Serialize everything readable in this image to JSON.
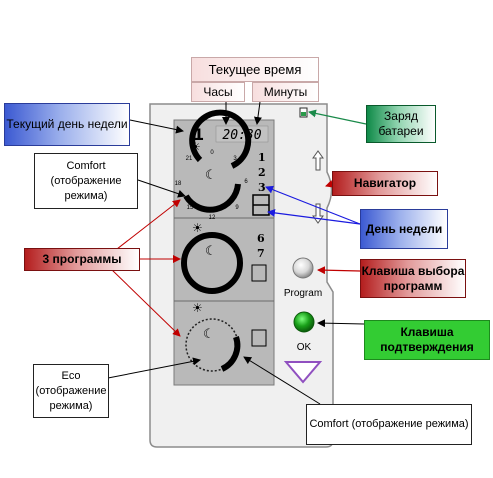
{
  "callouts": {
    "current_time": "Текущее время",
    "hours": "Часы",
    "minutes": "Минуты",
    "current_day": "Текущий день недели",
    "battery": "Заряд батареи",
    "comfort_mode": "Comfort (отображение режима)",
    "navigator": "Навигатор",
    "day_of_week": "День недели",
    "three_programs": "3 программы",
    "program_key": "Клавиша выбора программ",
    "confirm_key": "Клавиша подтверждения",
    "eco_mode": "Eco (отображение режима)",
    "comfort_mode_bottom": "Comfort (отображение режима)"
  },
  "device": {
    "day_number": "1",
    "clock": "20:30",
    "program_label": "Program",
    "ok_label": "OK",
    "day_list": [
      "1",
      "2",
      "3"
    ],
    "day_marks_mid": [
      "6",
      "7"
    ]
  },
  "dial": {
    "tick_labels": [
      "0",
      "3",
      "6",
      "9",
      "12",
      "15",
      "18",
      "21"
    ]
  },
  "colors": {
    "lcd": "#b9b9b9",
    "device_body": "#f0f0f0",
    "arrow_red": "#c00000",
    "arrow_blue": "#1a1adf",
    "arrow_green": "#1a8a4a",
    "ok_button": "#19a019",
    "program_button": "#d8d8d8",
    "triangle": "#9050c0"
  }
}
